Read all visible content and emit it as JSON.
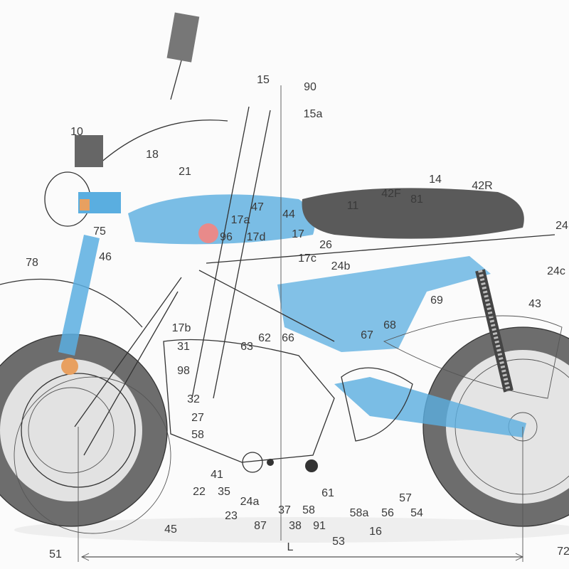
{
  "figure": {
    "type": "patent side-view drawing of a motorcycle overlaid on photo",
    "colors": {
      "frame_blue": "#5aaee0",
      "tire": "#6d6d6d",
      "seat": "#5a5a5a",
      "line": "#333333",
      "indicator": "#e8a060"
    },
    "dimension_label": "L",
    "labels": [
      "15",
      "90",
      "15a",
      "10",
      "18",
      "21",
      "14",
      "42F",
      "81",
      "42R",
      "11",
      "47",
      "44",
      "17a",
      "24",
      "75",
      "96",
      "17d",
      "17",
      "26",
      "78",
      "46",
      "17c",
      "24b",
      "24c",
      "69",
      "43",
      "17b",
      "62",
      "66",
      "68",
      "67",
      "31",
      "63",
      "98",
      "32",
      "27",
      "58",
      "41",
      "22",
      "35",
      "24a",
      "23",
      "87",
      "37",
      "58",
      "38",
      "91",
      "61",
      "53",
      "58a",
      "56",
      "16",
      "57",
      "54",
      "45",
      "51",
      "72"
    ]
  }
}
